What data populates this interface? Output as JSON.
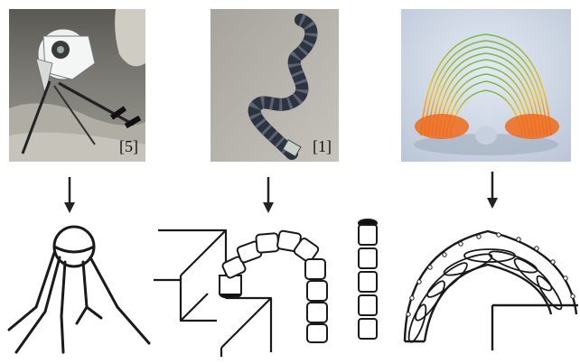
{
  "photos": [
    {
      "id": "hopping-robot",
      "citation": "[5]"
    },
    {
      "id": "snake-robot",
      "citation": "[1]"
    },
    {
      "id": "slinky-toy",
      "citation": ""
    }
  ],
  "colors": {
    "sketch_stroke": "#1a1a1a",
    "arrow": "#222222",
    "rock_gray": "#8e8c86",
    "sky_gray": "#c9c7c1",
    "slinky_orange": "#f06b1b",
    "slinky_yellow": "#f4c11e",
    "slinky_green": "#74b94a"
  }
}
